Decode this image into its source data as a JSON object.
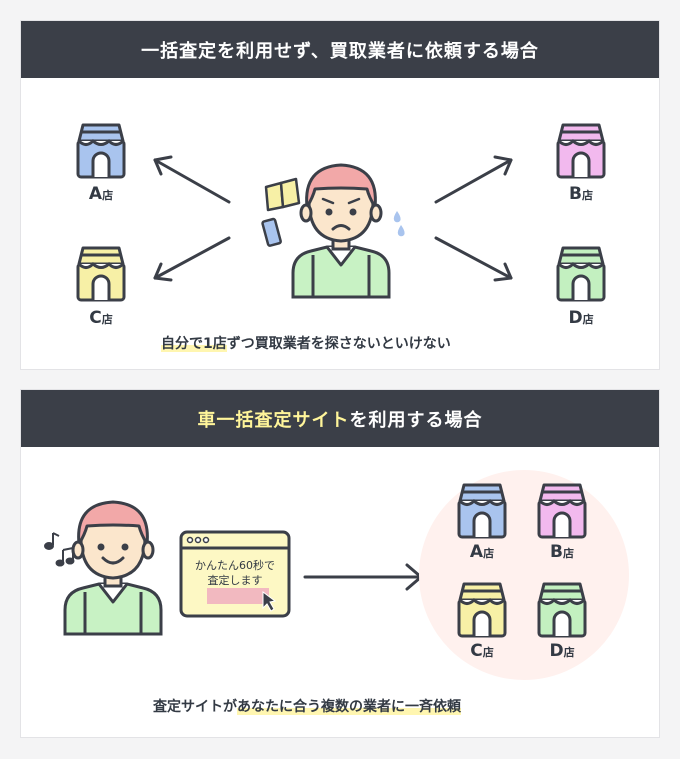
{
  "section1": {
    "title": "一括査定を利用せず、買取業者に依頼する場合",
    "stores": [
      {
        "letter": "A",
        "suffix": "店",
        "color": "#a9c4ee"
      },
      {
        "letter": "B",
        "suffix": "店",
        "color": "#f2b9ee"
      },
      {
        "letter": "C",
        "suffix": "店",
        "color": "#f7f0a6"
      },
      {
        "letter": "D",
        "suffix": "店",
        "color": "#c3f0c0"
      }
    ],
    "caption_highlight": "自分で1店",
    "caption_rest": "ずつ買取業者を探さないといけない"
  },
  "section2": {
    "title_highlight": "車一括査定サイト",
    "title_rest": "を利用する場合",
    "browser_text_line1": "かんたん60秒で",
    "browser_text_line2": "査定します",
    "stores": [
      {
        "letter": "A",
        "suffix": "店",
        "color": "#a9c4ee"
      },
      {
        "letter": "B",
        "suffix": "店",
        "color": "#f2b9ee"
      },
      {
        "letter": "C",
        "suffix": "店",
        "color": "#f7f0a6"
      },
      {
        "letter": "D",
        "suffix": "店",
        "color": "#c3f0c0"
      }
    ],
    "caption_plain": "査定サイトが",
    "caption_highlight": "あなたに合う複数の業者に一斉依頼"
  },
  "colors": {
    "header_bg": "#3b3f48",
    "hair": "#f2a8a8",
    "shirt": "#c8f2c4",
    "skin": "#fbe6cc",
    "circle_bg": "#fff1ee"
  }
}
